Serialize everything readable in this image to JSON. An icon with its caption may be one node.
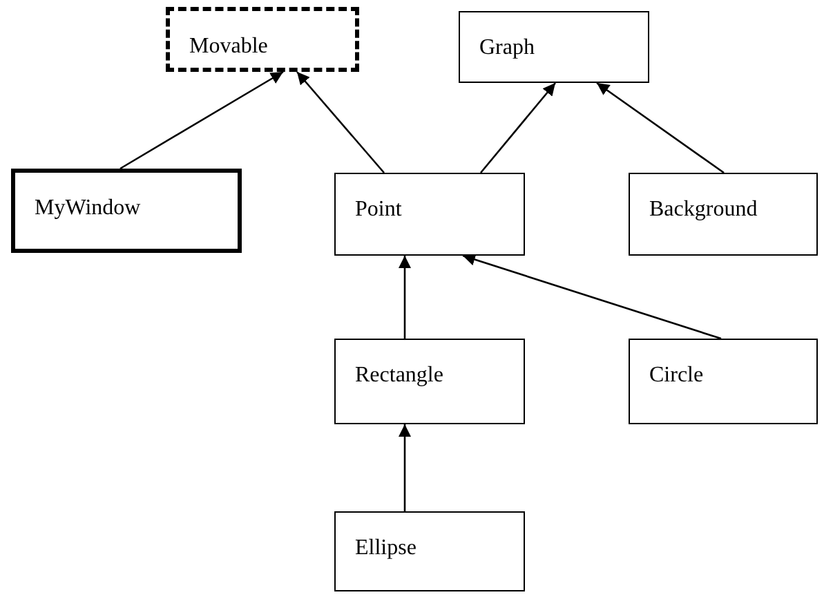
{
  "diagram": {
    "nodes": [
      {
        "text": [
          "Movable"
        ]
      },
      {
        "text": [
          "Graph"
        ]
      },
      {
        "text": [
          "MyWindow"
        ]
      },
      {
        "text": [
          "Point"
        ]
      },
      {
        "text": [
          "Background"
        ]
      },
      {
        "text": [
          "Rectangle"
        ]
      },
      {
        "text": [
          "Circle"
        ]
      },
      {
        "text": [
          "Ellipse"
        ]
      }
    ],
    "edges": [
      {
        "from": 2,
        "to": 0,
        "arrow": "to"
      },
      {
        "from": 3,
        "to": 0,
        "arrow": "to"
      },
      {
        "from": 3,
        "to": 1,
        "arrow": "to"
      },
      {
        "from": 4,
        "to": 1,
        "arrow": "to"
      },
      {
        "from": 5,
        "to": 3,
        "arrow": "to"
      },
      {
        "from": 6,
        "to": 3,
        "arrow": "to"
      },
      {
        "from": 7,
        "to": 5,
        "arrow": "to"
      }
    ]
  }
}
